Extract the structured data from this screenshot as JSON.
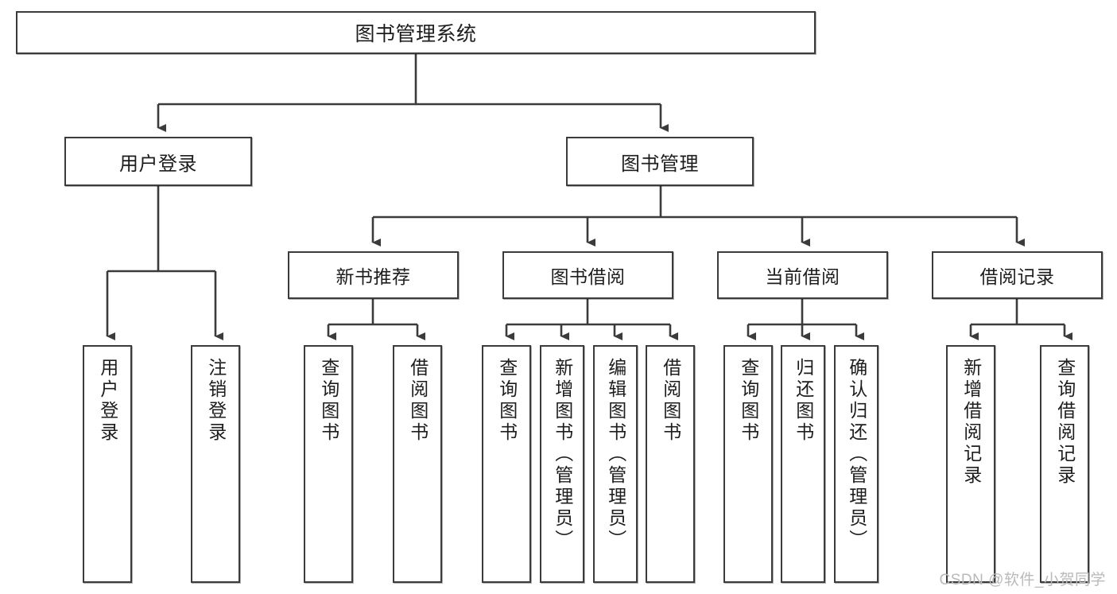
{
  "diagram": {
    "type": "tree",
    "title": "图书管理系统",
    "watermark": "CSDN @软件_小贺同学",
    "colors": {
      "stroke": "#3b3b3b",
      "fill": "#ffffff",
      "text": "#1d1d1d",
      "watermark": "#b9b9b9"
    },
    "root": {
      "label": "图书管理系统"
    },
    "level2": [
      {
        "label": "用户登录"
      },
      {
        "label": "图书管理"
      }
    ],
    "level3": [
      {
        "label": "新书推荐"
      },
      {
        "label": "图书借阅"
      },
      {
        "label": "当前借阅"
      },
      {
        "label": "借阅记录"
      }
    ],
    "leaves": {
      "user_login": [
        {
          "label": "用户登录"
        },
        {
          "label": "注销登录"
        }
      ],
      "new_book_recommend": [
        {
          "label": "查询图书"
        },
        {
          "label": "借阅图书"
        }
      ],
      "book_borrow": [
        {
          "label": "查询图书"
        },
        {
          "label": "新增图书（管理员）"
        },
        {
          "label": "编辑图书（管理员）"
        },
        {
          "label": "借阅图书"
        }
      ],
      "current_borrow": [
        {
          "label": "查询图书"
        },
        {
          "label": "归还图书"
        },
        {
          "label": "确认归还（管理员）"
        }
      ],
      "borrow_record": [
        {
          "label": "新增借阅记录"
        },
        {
          "label": "查询借阅记录"
        }
      ]
    }
  }
}
